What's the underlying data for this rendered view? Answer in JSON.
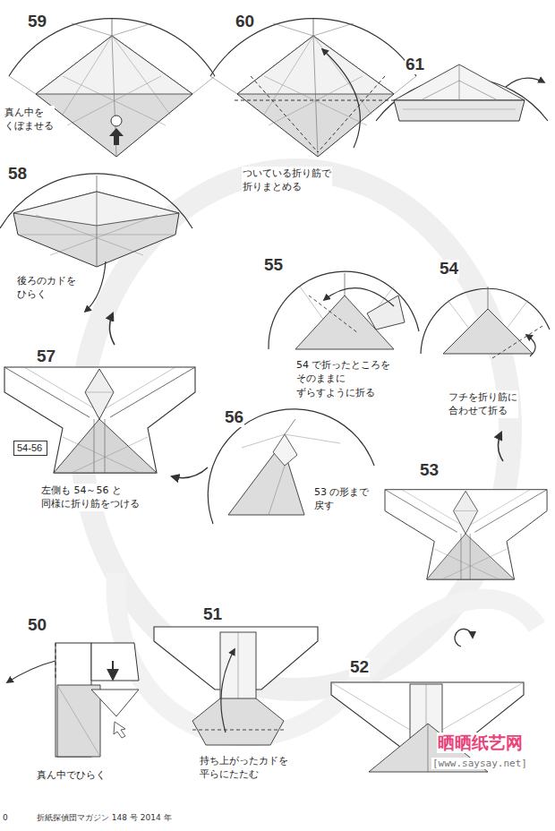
{
  "diagram": {
    "nodes": [
      {
        "text": [
          "54-56"
        ]
      }
    ],
    "labels": [
      "59",
      "真ん中を くぼませる",
      "60",
      "ついている折り筋で 折りまとめる",
      "61",
      "58",
      "後ろのカドを ひらく",
      "55",
      "54 で折ったところを そのままに ずらすように折る",
      "54",
      "フチを折り筋に 合わせて折る",
      "57",
      "56",
      "53 の形まで 戻す",
      "左側も 54～56 と 同様に折り筋をつける",
      "53",
      "50",
      "51",
      "52",
      "持ち上がったカドを 平らにたたむ",
      "真ん中でひらく",
      "晒晒纸艺网",
      "[www.saysay.net]",
      "0",
      "折紙探偵団マガジン 148 号 2014 年"
    ]
  }
}
